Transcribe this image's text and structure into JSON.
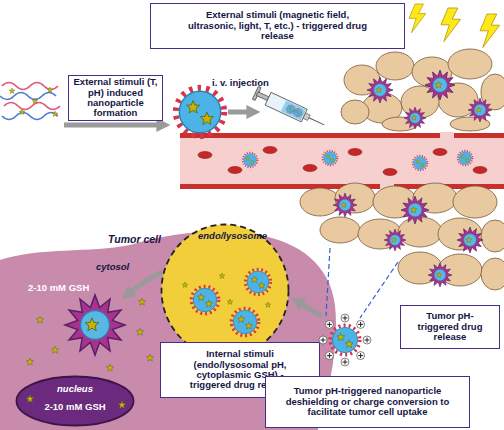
{
  "diagram": {
    "nodes": [
      {
        "text": [
          "External stimuli (magnetic field, ultrasonic, light, T, etc.) - triggered drug release"
        ]
      },
      {
        "text": [
          "External stimuli (T, pH) induced nanoparticle formation"
        ]
      },
      {
        "text": [
          "Tumor cell",
          "cytosol",
          "2-10 mM GSH"
        ]
      },
      {
        "text": [
          "endo/lysosome"
        ],
        "in": 2
      },
      {
        "text": [
          "nucleus",
          "2-10 mM GSH"
        ],
        "in": 2
      },
      {
        "text": [
          "Tumor pH-triggered drug release"
        ]
      },
      {
        "text": [
          "Internal stimuli (endo/lysosomal pH, cytoplasmic GSH) - triggered drug release"
        ]
      },
      {
        "text": [
          "Tumor pH-triggered nanoparticle deshielding or charge conversion to facilitate tumor cell uptake"
        ]
      }
    ],
    "labels": [
      "i. v. injection"
    ]
  }
}
